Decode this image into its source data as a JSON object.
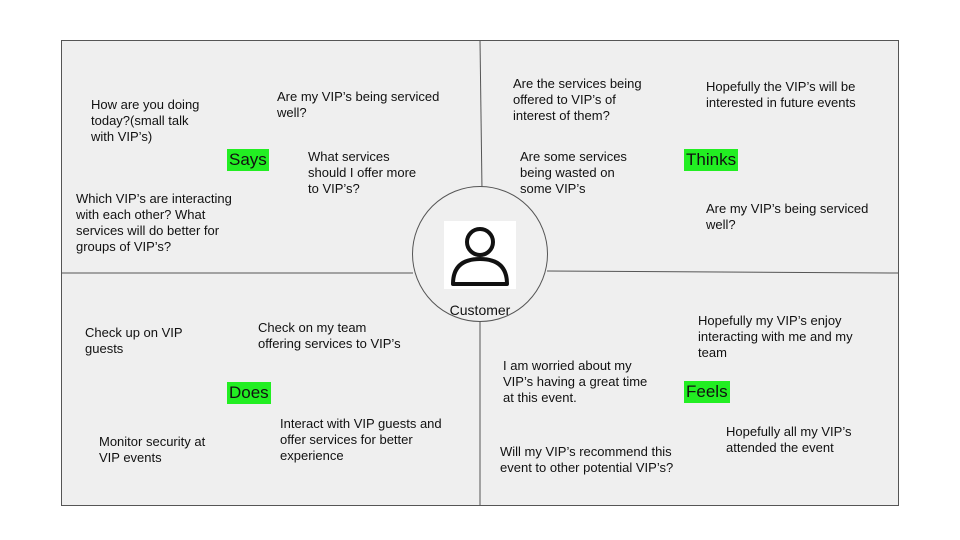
{
  "center": {
    "label": "Customer",
    "icon": "person-icon"
  },
  "says": {
    "tag": "Says",
    "notes": [
      "How are you doing\ntoday?(small talk\nwith VIP’s)",
      "Are my VIP’s being serviced\nwell?",
      "What services\nshould I offer more\nto VIP’s?",
      "Which VIP’s are interacting\nwith each other? What\nservices will do better for\ngroups of VIP’s?"
    ]
  },
  "thinks": {
    "tag": "Thinks",
    "notes": [
      "Are the services being\noffered to VIP’s of\ninterest of them?",
      "Hopefully the VIP’s will be\ninterested in future events",
      "Are some services\nbeing wasted on\nsome VIP’s",
      "Are my VIP’s being serviced\nwell?"
    ]
  },
  "does": {
    "tag": "Does",
    "notes": [
      "Check up on VIP\nguests",
      "Check on my team\noffering services to VIP’s",
      "Monitor security at\nVIP events",
      "Interact with VIP guests and\noffer services for better\nexperience"
    ]
  },
  "feels": {
    "tag": "Feels",
    "notes": [
      "Hopefully my VIP’s enjoy\ninteracting with me and my\nteam",
      "I am worried about my\nVIP’s having a great time\nat this event.",
      "Hopefully all my VIP’s\nattended the event",
      "Will my VIP’s recommend this\nevent to other potential VIP’s?"
    ]
  },
  "colors": {
    "tag_bg": "#22ee22",
    "panel_bg": "#efefef",
    "line": "#555555"
  }
}
